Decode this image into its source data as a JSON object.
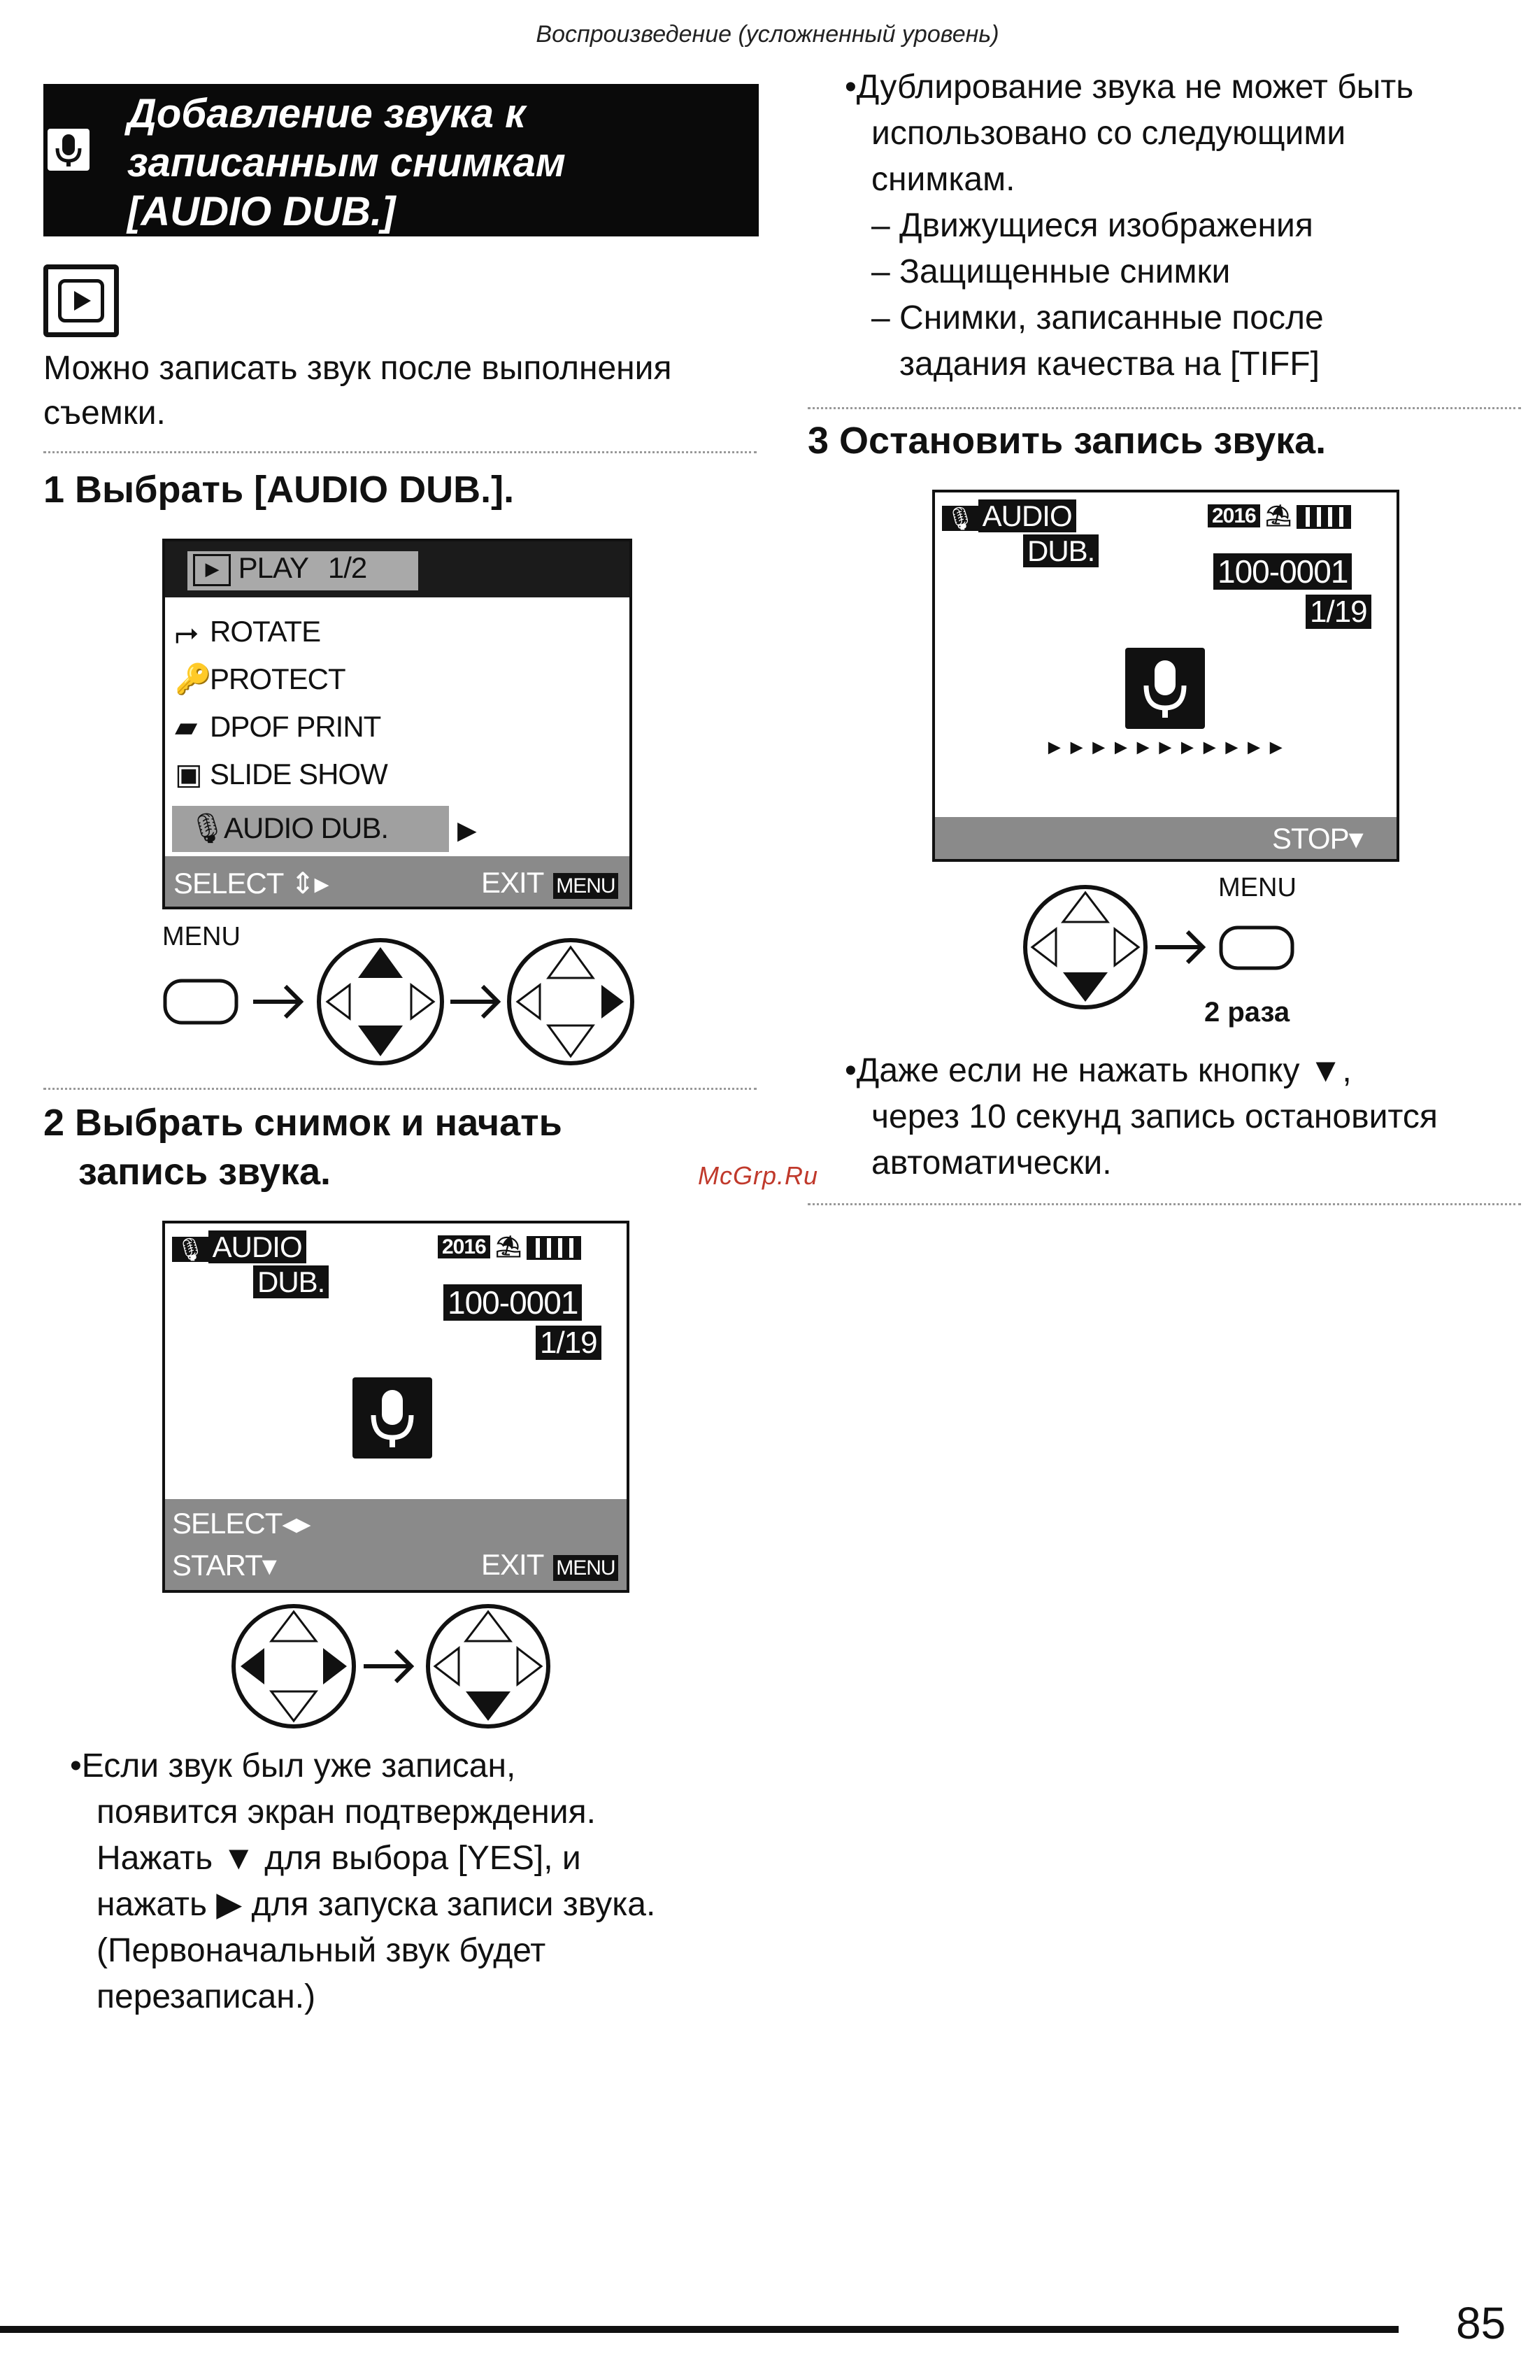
{
  "header": {
    "section": "Воспроизведение (усложненный уровень)"
  },
  "title": {
    "line1": "Добавление звука к",
    "line2": "записанным снимкам",
    "line3": "[AUDIO DUB.]"
  },
  "intro": {
    "line1": "Можно записать звук после выполнения",
    "line2": "съемки."
  },
  "step1": {
    "heading": "1 Выбрать [AUDIO DUB.].",
    "screen": {
      "tab": "PLAY",
      "page": "1/2",
      "items": [
        "ROTATE",
        "PROTECT",
        "DPOF PRINT",
        "SLIDE SHOW",
        "AUDIO DUB."
      ],
      "select": "SELECT",
      "exit": "EXIT",
      "menu": "MENU"
    },
    "menu_label": "MENU"
  },
  "step2": {
    "heading_line1": "2 Выбрать снимок и начать",
    "heading_line2": "запись звука.",
    "screen": {
      "mode1": "AUDIO",
      "mode2": "DUB.",
      "year": "2016",
      "file": "100-0001",
      "count": "1/19",
      "select": "SELECT",
      "start": "START",
      "exit": "EXIT",
      "menu": "MENU"
    },
    "note": [
      "•Если звук был уже записан,",
      "появится экран подтверждения.",
      "Нажать ▼ для выбора [YES], и",
      "нажать ▶ для запуска записи звука.",
      "(Первоначальный звук будет",
      "перезаписан.)"
    ]
  },
  "right_top_note": [
    "•Дублирование звука не может быть",
    "использовано со следующими",
    "снимкам.",
    "– Движущиеся изображения",
    "– Защищенные снимки",
    "– Снимки, записанные после",
    "задания качества на [TIFF]"
  ],
  "step3": {
    "heading": "3 Остановить запись звука.",
    "screen": {
      "mode1": "AUDIO",
      "mode2": "DUB.",
      "year": "2016",
      "file": "100-0001",
      "count": "1/19",
      "progress": "►►►►►►►►►►►",
      "stop": "STOP"
    },
    "menu_label": "MENU",
    "times": "2 раза",
    "note": [
      "•Даже если не нажать кнопку ▼,",
      "через 10 секунд запись остановится",
      "автоматически."
    ]
  },
  "watermark": "McGrp.Ru",
  "page_number": "85"
}
